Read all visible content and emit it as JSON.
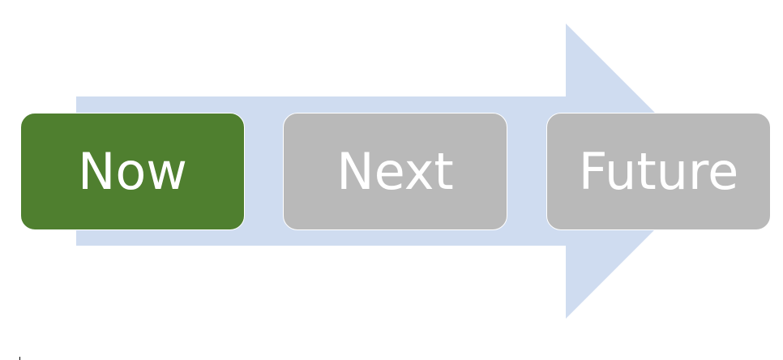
{
  "diagram": {
    "type": "process-arrow",
    "arrow_color": "#cfdcf0",
    "steps": [
      {
        "label": "Now",
        "color": "#4f7f2f",
        "active": true
      },
      {
        "label": "Next",
        "color": "#b9b9b9",
        "active": false
      },
      {
        "label": "Future",
        "color": "#b9b9b9",
        "active": false
      }
    ]
  }
}
